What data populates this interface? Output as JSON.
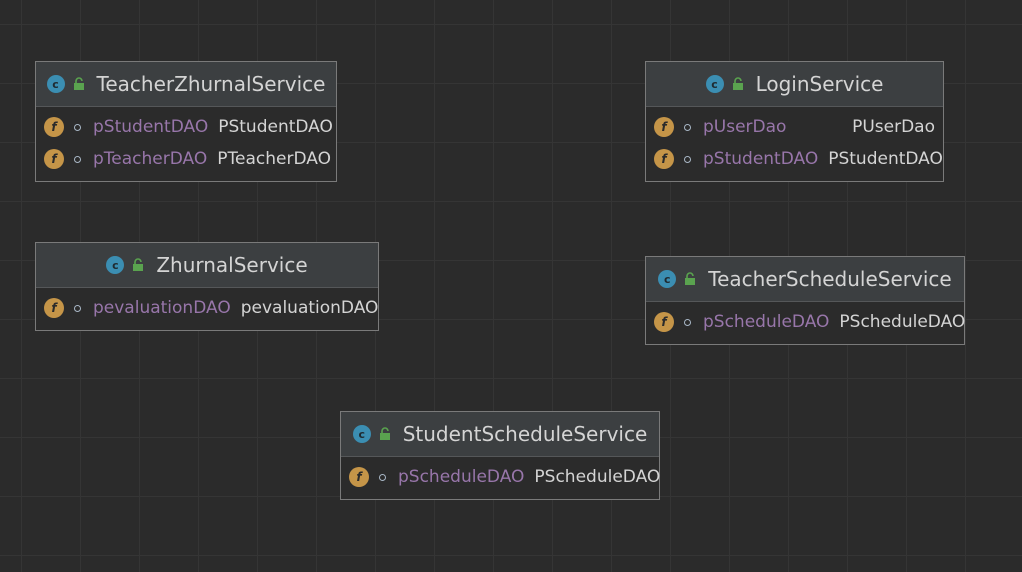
{
  "classes": [
    {
      "name": "TeacherZhurnalService",
      "fields": [
        {
          "name": "pStudentDAO",
          "type": "PStudentDAO"
        },
        {
          "name": "pTeacherDAO",
          "type": "PTeacherDAO"
        }
      ]
    },
    {
      "name": "LoginService",
      "fields": [
        {
          "name": "pUserDao",
          "type": "PUserDao"
        },
        {
          "name": "pStudentDAO",
          "type": "PStudentDAO"
        }
      ]
    },
    {
      "name": "ZhurnalService",
      "fields": [
        {
          "name": "pevaluationDAO",
          "type": "pevaluationDAO"
        }
      ]
    },
    {
      "name": "TeacherScheduleService",
      "fields": [
        {
          "name": "pScheduleDAO",
          "type": "PScheduleDAO"
        }
      ]
    },
    {
      "name": "StudentScheduleService",
      "fields": [
        {
          "name": "pScheduleDAO",
          "type": "PScheduleDAO"
        }
      ]
    }
  ],
  "icons": {
    "class_icon": "class-icon",
    "class_icon_letter": "c",
    "visibility_icon": "public-lock-icon",
    "field_icon": "field-icon",
    "field_icon_letter": "f",
    "field_visibility_icon": "package-private-icon"
  },
  "colors": {
    "background": "#2b2b2b",
    "header": "#3c3f41",
    "class_icon": "#3b8eb2",
    "field_icon": "#c59548",
    "field_name": "#9876aa",
    "type_text": "#d4d4d4",
    "lock": "#5aa34f"
  }
}
